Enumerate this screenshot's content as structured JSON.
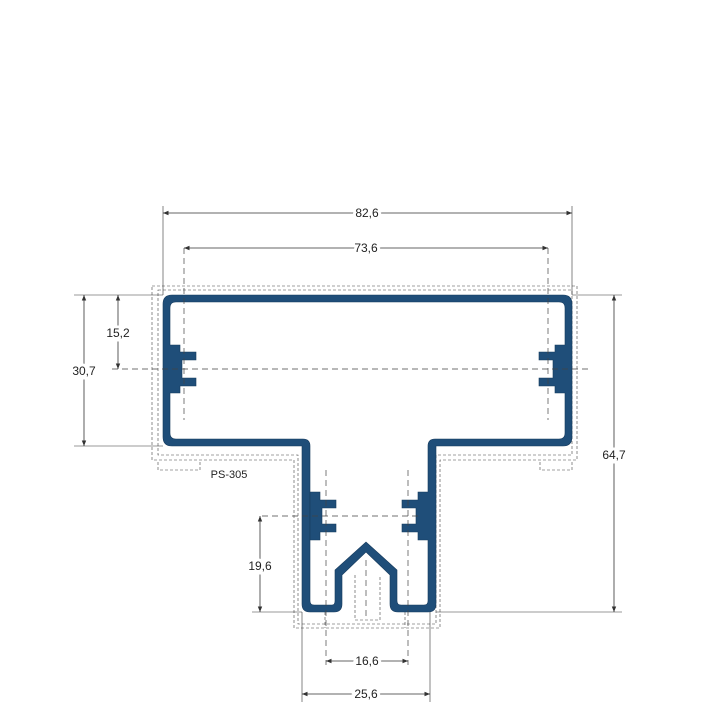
{
  "diagram": {
    "profile_label": "PS-305",
    "dimensions": {
      "overall_width": "82,6",
      "slot_width": "73,6",
      "flange_height": "30,7",
      "slot_center_height": "15,2",
      "overall_height": "64,7",
      "stem_slot_height": "19,6",
      "stem_inner_width": "16,6",
      "stem_width": "25,6"
    },
    "colors": {
      "profile": "#1f4e79",
      "lines": "#333333",
      "background": "#ffffff"
    }
  }
}
